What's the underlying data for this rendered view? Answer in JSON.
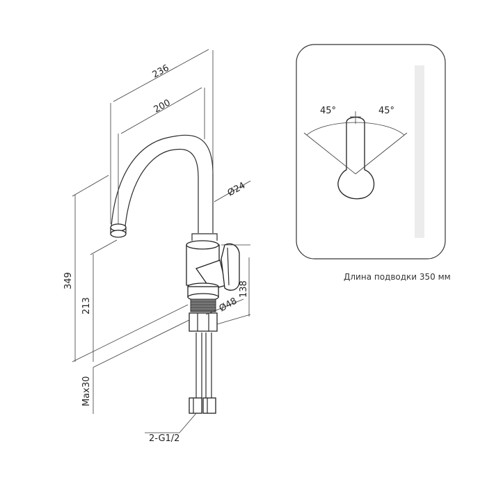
{
  "dimensions": {
    "spout_reach_outer": "236",
    "spout_reach_inner": "200",
    "spout_diameter": "Ø24",
    "total_height": "349",
    "spout_height": "213",
    "body_height": "138",
    "base_diameter": "Ø48",
    "mount_thickness": "Max30",
    "connection": "2-G1/2"
  },
  "top_view": {
    "angle_left": "45°",
    "angle_right": "45°",
    "caption": "Длина подводки 350 мм"
  }
}
